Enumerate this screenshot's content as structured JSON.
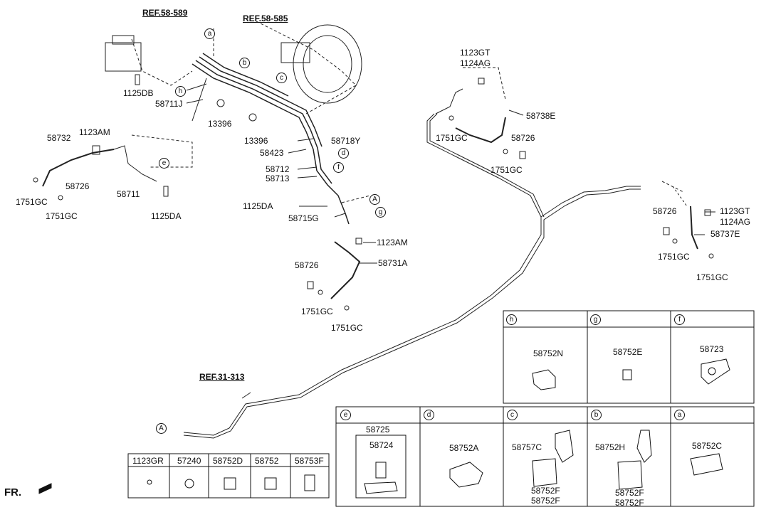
{
  "refs": {
    "ref1": "REF.58-589",
    "ref2": "REF.58-585",
    "ref3": "REF.31-313"
  },
  "labels": {
    "l_1125DB": "1125DB",
    "l_58711J": "58711J",
    "l_13396a": "13396",
    "l_13396b": "13396",
    "l_58718Y": "58718Y",
    "l_58423": "58423",
    "l_58712": "58712",
    "l_58713": "58713",
    "l_1125DA_a": "1125DA",
    "l_58715G": "58715G",
    "l_1123AM_a": "1123AM",
    "l_58731A": "58731A",
    "l_58726_a": "58726",
    "l_1751GC_a": "1751GC",
    "l_1751GC_b": "1751GC",
    "l_58732": "58732",
    "l_1123AM_b": "1123AM",
    "l_58726_b": "58726",
    "l_58711": "58711",
    "l_1751GC_c": "1751GC",
    "l_1751GC_d": "1751GC",
    "l_1125DA_b": "1125DA",
    "l_1123GT_a": "1123GT",
    "l_1124AG_a": "1124AG",
    "l_58738E": "58738E",
    "l_1751GC_e": "1751GC",
    "l_58726_c": "58726",
    "l_1751GC_f": "1751GC",
    "l_58726_d": "58726",
    "l_1123GT_b": "1123GT",
    "l_1124AG_b": "1124AG",
    "l_58737E": "58737E",
    "l_1751GC_g": "1751GC",
    "l_1751GC_h": "1751GC",
    "fr": "FR."
  },
  "callouts": {
    "a": "a",
    "b": "b",
    "c": "c",
    "d": "d",
    "e": "e",
    "f": "f",
    "g": "g",
    "h": "h",
    "A1": "A",
    "A2": "A"
  },
  "detail_table_top": {
    "cells": [
      {
        "tag": "h",
        "part": "58752N"
      },
      {
        "tag": "g",
        "part": "58752E"
      },
      {
        "tag": "f",
        "part": "58723"
      }
    ]
  },
  "detail_table_bottom": {
    "cells": [
      {
        "tag": "e",
        "part": "58725",
        "sub": "58724"
      },
      {
        "tag": "d",
        "part": "58752A"
      },
      {
        "tag": "c",
        "part": "58757C",
        "sub1": "58752F",
        "sub2": "58752F"
      },
      {
        "tag": "b",
        "part": "58752H",
        "sub1": "58752F",
        "sub2": "58752F"
      },
      {
        "tag": "a",
        "part": "58752C"
      }
    ]
  },
  "parts_table": {
    "headers": [
      "1123GR",
      "57240",
      "58752D",
      "58752",
      "58753F"
    ]
  }
}
